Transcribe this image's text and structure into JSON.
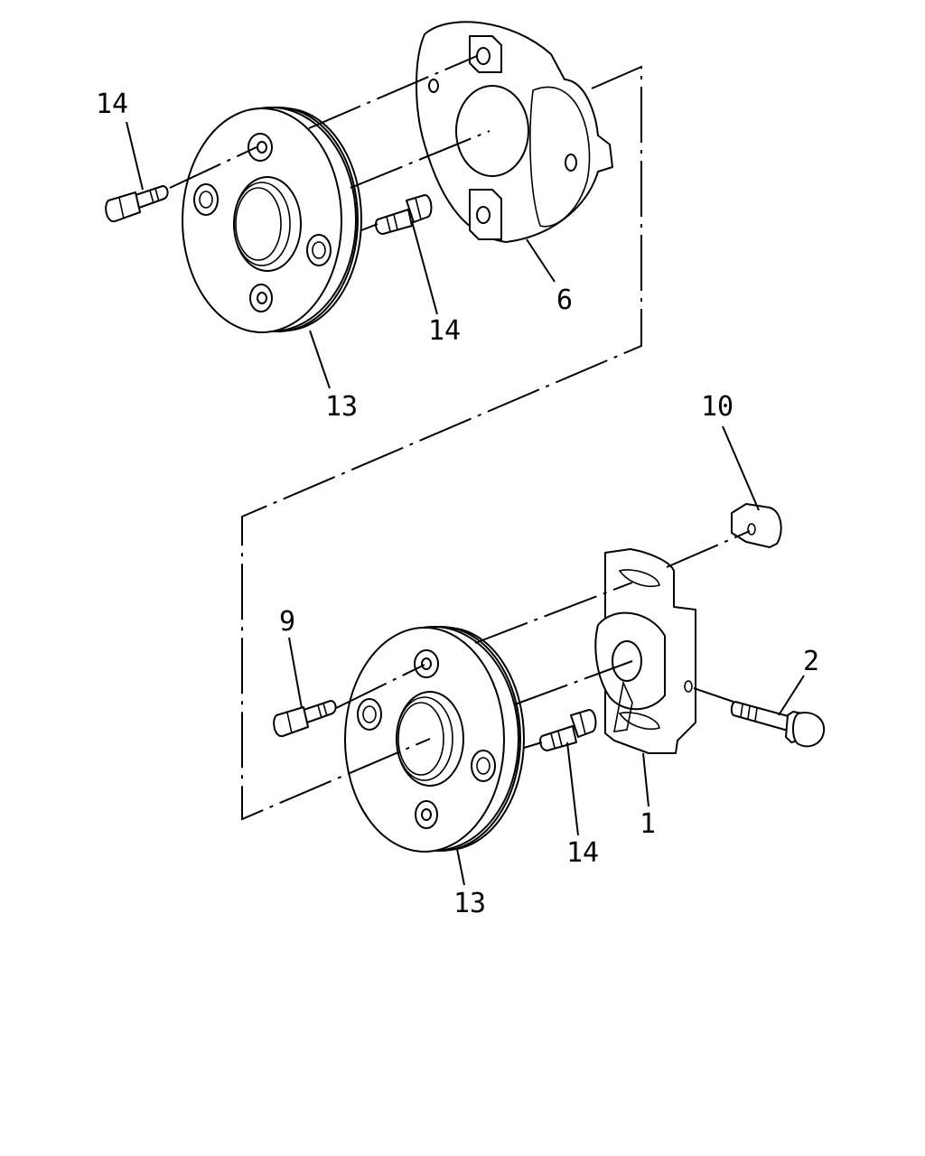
{
  "diagram": {
    "callouts": [
      {
        "id": "c-14-top-left",
        "text": "14"
      },
      {
        "id": "c-14-top-mid",
        "text": "14"
      },
      {
        "id": "c-6",
        "text": "6"
      },
      {
        "id": "c-13-top",
        "text": "13"
      },
      {
        "id": "c-10",
        "text": "10"
      },
      {
        "id": "c-9",
        "text": "9"
      },
      {
        "id": "c-2",
        "text": "2"
      },
      {
        "id": "c-1",
        "text": "1"
      },
      {
        "id": "c-14-bottom",
        "text": "14"
      },
      {
        "id": "c-13-bottom",
        "text": "13"
      }
    ]
  }
}
